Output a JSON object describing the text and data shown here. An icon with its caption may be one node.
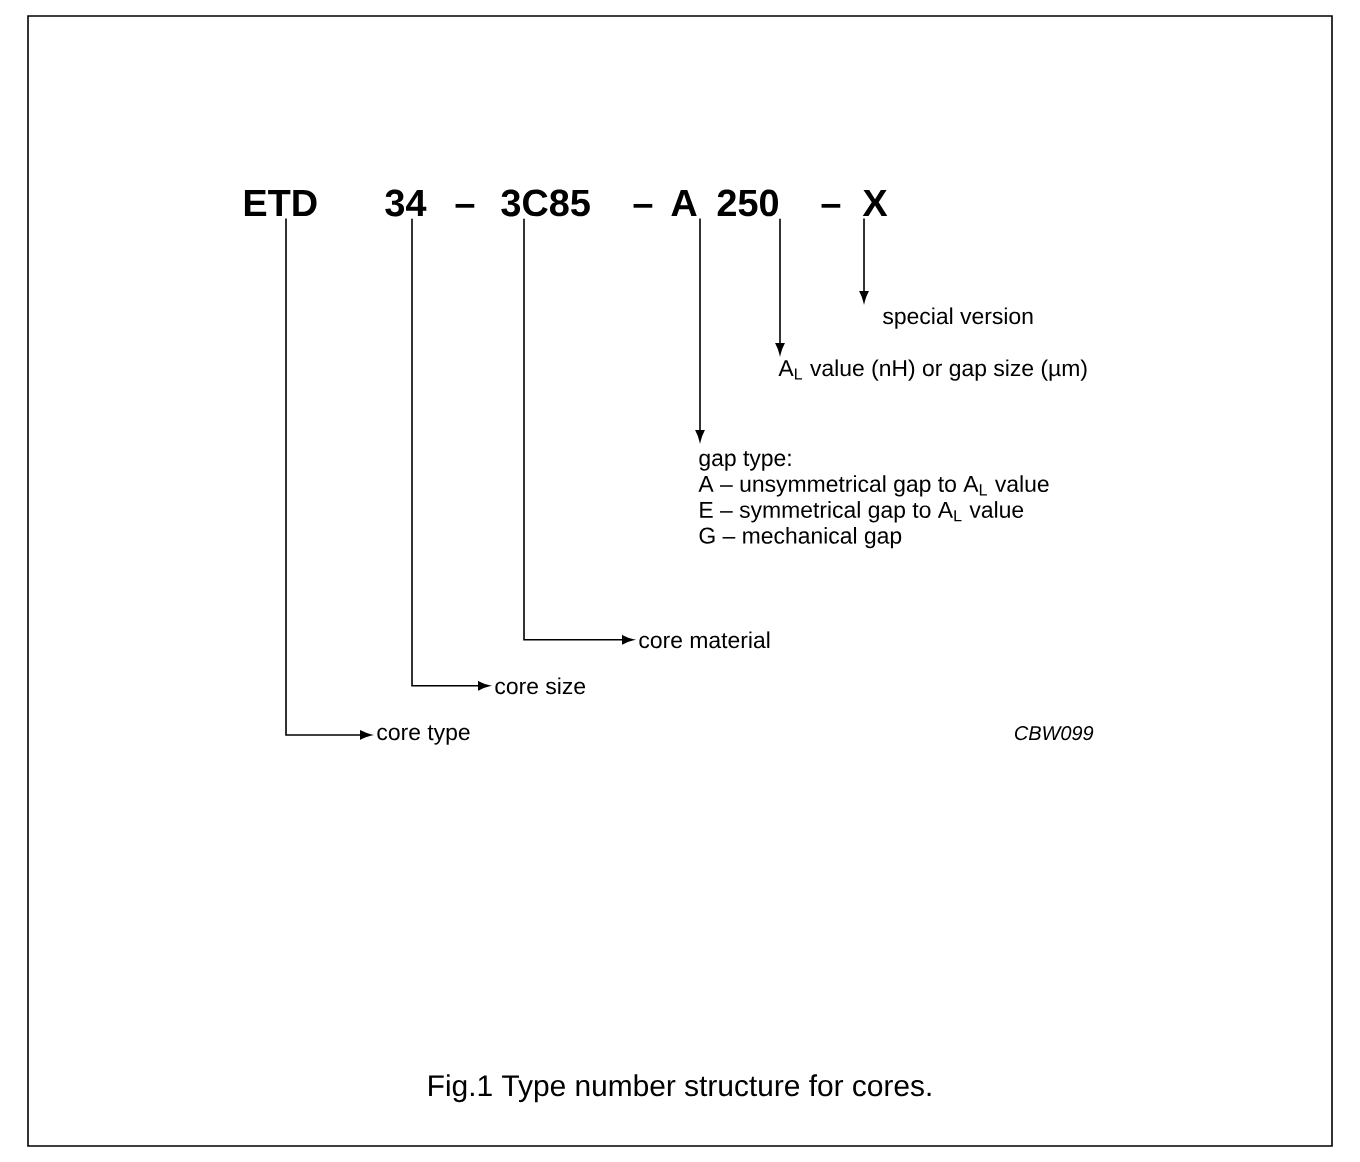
{
  "diagram": {
    "caption": "Fig.1  Type number structure for cores.",
    "nodes": [
      {
        "text": [
          "ETD"
        ]
      },
      {
        "text": [
          "34"
        ]
      },
      {
        "text": [
          "3C85"
        ]
      },
      {
        "text": [
          "A"
        ]
      },
      {
        "text": [
          "250"
        ]
      },
      {
        "text": [
          "X"
        ]
      },
      {
        "text": [
          "special version"
        ]
      },
      {
        "text": [
          "A$_{L}$ value (nH) or gap size (µm)"
        ]
      },
      {
        "text": [
          "gap type:",
          "A – unsymmetrical gap to A$_{L}$ value",
          "E – symmetrical gap to A$_{L}$ value",
          "G – mechanical gap"
        ]
      },
      {
        "text": [
          "core material"
        ]
      },
      {
        "text": [
          "core size"
        ]
      },
      {
        "text": [
          "core type"
        ]
      }
    ],
    "edges": [
      {
        "from": 5,
        "to": 6,
        "arrow": "to"
      },
      {
        "from": 4,
        "to": 7,
        "arrow": "to"
      },
      {
        "from": 3,
        "to": 8,
        "arrow": "to"
      },
      {
        "from": 2,
        "to": 9,
        "arrow": "to"
      },
      {
        "from": 1,
        "to": 10,
        "arrow": "to"
      },
      {
        "from": 0,
        "to": 11,
        "arrow": "to"
      }
    ],
    "labels": [
      "–",
      "–",
      "–",
      "CBW099"
    ]
  }
}
